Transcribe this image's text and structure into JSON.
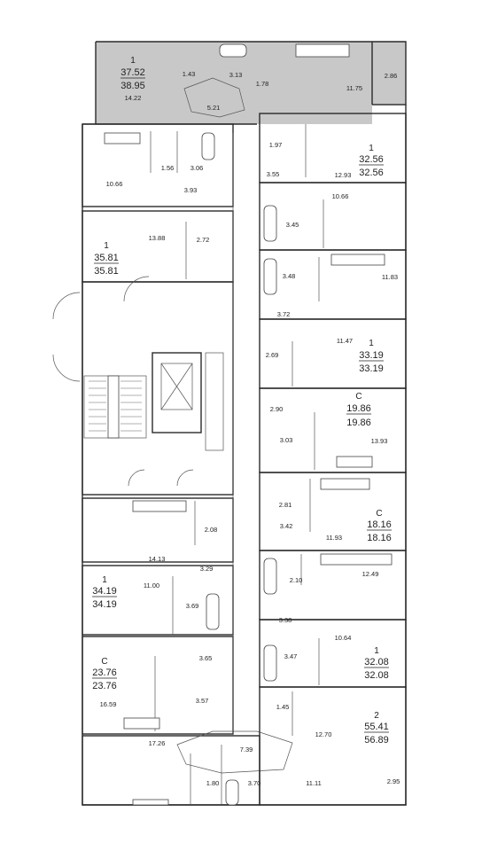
{
  "colors": {
    "highlight_unit": "#c8c8c8",
    "wall": "#2a2a2a",
    "background": "#ffffff"
  },
  "units": [
    {
      "id": "u-top-left",
      "rooms": "1",
      "area_living": "37.52",
      "area_total": "38.95",
      "highlighted": true
    },
    {
      "id": "u-left-2",
      "rooms": "1",
      "area_living": "35.81",
      "area_total": "35.81"
    },
    {
      "id": "u-left-3",
      "rooms": "1",
      "area_living": "34.19",
      "area_total": "34.19"
    },
    {
      "id": "u-left-4",
      "rooms": "С",
      "area_living": "23.76",
      "area_total": "23.76"
    },
    {
      "id": "u-right-1",
      "rooms": "1",
      "area_living": "32.56",
      "area_total": "32.56"
    },
    {
      "id": "u-right-2",
      "rooms": "1",
      "area_living": "33.19",
      "area_total": "33.19"
    },
    {
      "id": "u-right-3",
      "rooms": "С",
      "area_living": "19.86",
      "area_total": "19.86"
    },
    {
      "id": "u-right-4",
      "rooms": "С",
      "area_living": "18.16",
      "area_total": "18.16"
    },
    {
      "id": "u-right-5",
      "rooms": "1",
      "area_living": "32.08",
      "area_total": "32.08"
    },
    {
      "id": "u-right-6",
      "rooms": "2",
      "area_living": "55.41",
      "area_total": "56.89"
    }
  ],
  "room_areas": [
    "14.22",
    "1.43",
    "3.13",
    "1.78",
    "5.21",
    "11.75",
    "2.86",
    "1.56",
    "3.06",
    "10.66",
    "3.93",
    "13.88",
    "2.72",
    "2.08",
    "14.13",
    "3.29",
    "11.00",
    "3.69",
    "3.65",
    "16.59",
    "3.57",
    "17.26",
    "1.80",
    "3.70",
    "7.39",
    "11.11",
    "2.95",
    "1.97",
    "12.93",
    "3.55",
    "10.66",
    "3.45",
    "3.48",
    "11.83",
    "3.72",
    "11.47",
    "2.69",
    "2.90",
    "3.03",
    "13.93",
    "2.81",
    "3.42",
    "11.93",
    "2.10",
    "12.49",
    "3.38",
    "10.64",
    "3.47",
    "1.45",
    "12.70"
  ]
}
